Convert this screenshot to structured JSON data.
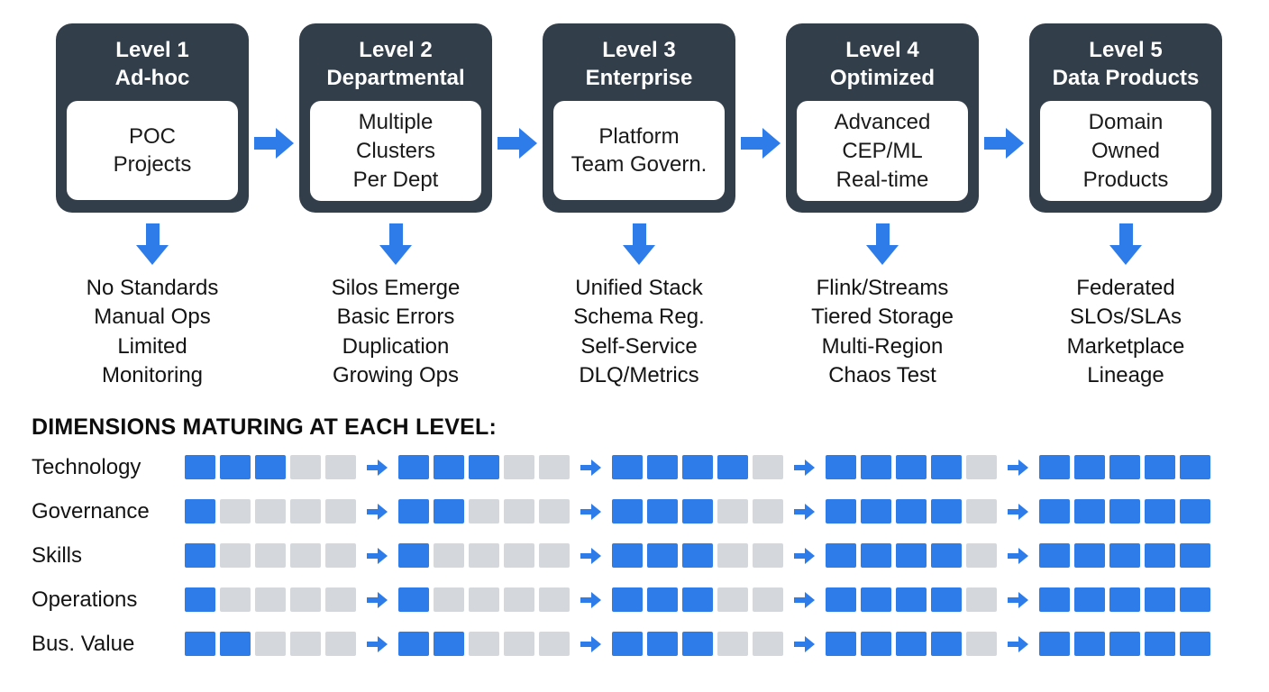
{
  "colors": {
    "accent": "#2e7bea",
    "box_dark": "#333e4b",
    "square_gray": "#d4d8dc",
    "text_dark": "#131313"
  },
  "levels": [
    {
      "title": [
        "Level 1",
        "Ad-hoc"
      ],
      "card": [
        "POC",
        "Projects"
      ],
      "traits": [
        "No Standards",
        "Manual Ops",
        "Limited",
        "Monitoring"
      ]
    },
    {
      "title": [
        "Level 2",
        "Departmental"
      ],
      "card": [
        "Multiple",
        "Clusters",
        "Per Dept"
      ],
      "traits": [
        "Silos Emerge",
        "Basic Errors",
        "Duplication",
        "Growing Ops"
      ]
    },
    {
      "title": [
        "Level 3",
        "Enterprise"
      ],
      "card": [
        "Platform",
        "Team Govern."
      ],
      "traits": [
        "Unified Stack",
        "Schema Reg.",
        "Self-Service",
        "DLQ/Metrics"
      ]
    },
    {
      "title": [
        "Level 4",
        "Optimized"
      ],
      "card": [
        "Advanced",
        "CEP/ML",
        "Real-time"
      ],
      "traits": [
        "Flink/Streams",
        "Tiered Storage",
        "Multi-Region",
        "Chaos Test"
      ]
    },
    {
      "title": [
        "Level 5",
        "Data Products"
      ],
      "card": [
        "Domain",
        "Owned",
        "Products"
      ],
      "traits": [
        "Federated",
        "SLOs/SLAs",
        "Marketplace",
        "Lineage"
      ]
    }
  ],
  "matrix": {
    "heading": "DIMENSIONS MATURING AT EACH LEVEL:",
    "cells_per_level": 5,
    "rows": [
      {
        "label": "Technology",
        "fills": [
          3,
          3,
          4,
          4,
          5
        ]
      },
      {
        "label": "Governance",
        "fills": [
          1,
          2,
          3,
          4,
          5
        ]
      },
      {
        "label": "Skills",
        "fills": [
          1,
          1,
          3,
          4,
          5
        ]
      },
      {
        "label": "Operations",
        "fills": [
          1,
          1,
          3,
          4,
          5
        ]
      },
      {
        "label": "Bus. Value",
        "fills": [
          2,
          2,
          3,
          4,
          5
        ]
      }
    ]
  }
}
